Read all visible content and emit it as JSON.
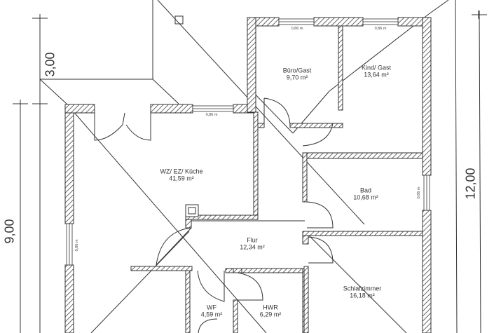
{
  "plan": {
    "rooms": [
      {
        "id": "wohnzimmer",
        "name": "WZ/ EZ/ Küche",
        "area": "41,59 m²"
      },
      {
        "id": "buero",
        "name": "Büro/Gast",
        "area": "9,70 m²"
      },
      {
        "id": "kind",
        "name": "Kind/ Gast",
        "area": "13,64 m²"
      },
      {
        "id": "bad",
        "name": "Bad",
        "area": "10,68 m²"
      },
      {
        "id": "flur",
        "name": "Flur",
        "area": "12,34 m²"
      },
      {
        "id": "schlafzimmer",
        "name": "Schlafzimmer",
        "area": "16,18 m²"
      },
      {
        "id": "wf",
        "name": "WF",
        "area": "4,59 m²"
      },
      {
        "id": "hwr",
        "name": "HWR",
        "area": "6,29 m²"
      }
    ],
    "dimensions": {
      "left_top": "3,00",
      "left_main": "9,00",
      "right_total": "12,00"
    },
    "windows": {
      "buero": "0,86 m",
      "kind": "0,86 m",
      "wohnzimmer_top": "0,86 m",
      "wohnzimmer_left": "0,86 m",
      "bad_right": "0,86 m"
    },
    "colors": {
      "line": "#333333",
      "hatch": "#444444",
      "background": "#ffffff"
    }
  }
}
